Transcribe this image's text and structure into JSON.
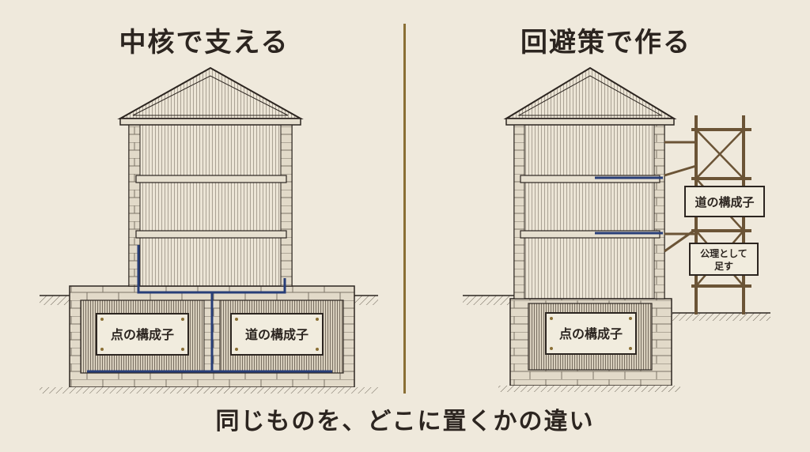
{
  "left_panel": {
    "title": "中核で支える",
    "plaques": [
      "点の構成子",
      "道の構成子"
    ]
  },
  "right_panel": {
    "title": "回避策で作る",
    "basement_plaque": "点の構成子",
    "sign_top": "道の構成子",
    "sign_bottom_line1": "公理として",
    "sign_bottom_line2": "足す"
  },
  "caption": "同じものを、どこに置くかの違い",
  "colors": {
    "background": "#efe9dc",
    "ink": "#2c2520",
    "divider": "#8a6f35",
    "pipe": "#283e78"
  }
}
